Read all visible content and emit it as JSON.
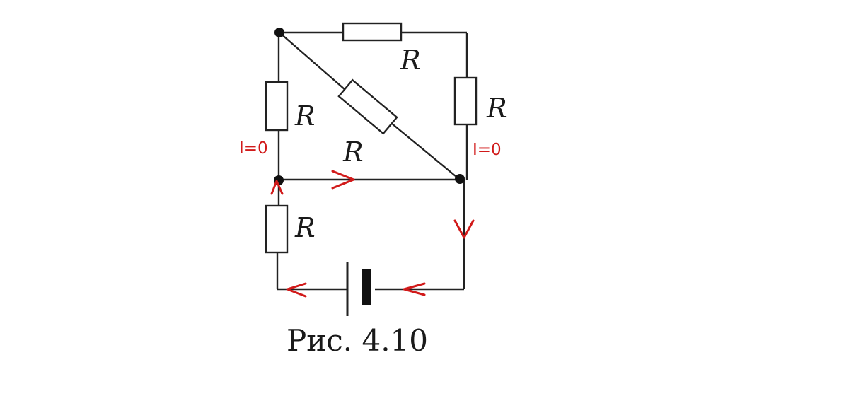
{
  "labels": {
    "r_top": "R",
    "r_left_upper": "R",
    "r_right": "R",
    "r_diagonal": "R",
    "r_left_lower": "R"
  },
  "annotations": {
    "left_current": "I=0",
    "right_current": "I=0"
  },
  "caption": "Рис. 4.10",
  "colors": {
    "wire": "#222222",
    "current_annotation": "#d11a1a"
  }
}
